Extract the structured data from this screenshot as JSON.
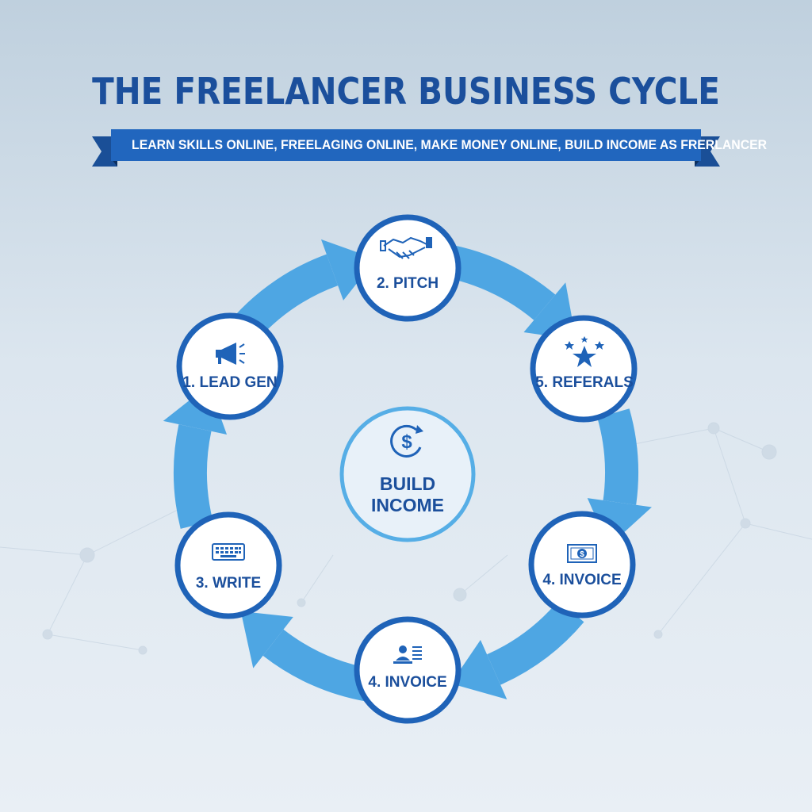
{
  "title": "THE FREELANCER BUSINESS CYCLE",
  "subtitle": "LEARN SKILLS ONLINE, FREELAGING ONLINE, MAKE MONEY ONLINE, BUILD INCOME AS FRERLANCER",
  "center": {
    "line1": "BUILD",
    "line2": "INCOME",
    "icon": "dollar-cycle-icon"
  },
  "nodes": [
    {
      "label": "2. PITCH",
      "icon": "handshake-icon"
    },
    {
      "label": "5. REFERALS",
      "icon": "stars-icon"
    },
    {
      "label": "4. INVOICE",
      "icon": "banknote-icon"
    },
    {
      "label": "4. INVOICE",
      "icon": "person-list-icon"
    },
    {
      "label": "3. WRITE",
      "icon": "keyboard-icon"
    },
    {
      "label": "1. LEAD GEN",
      "icon": "megaphone-icon"
    }
  ],
  "colors": {
    "title": "#1b4f9c",
    "banner": "#1f63b8",
    "banner_dark": "#123f80",
    "arrow": "#4ea6e3",
    "node_ring": "#1f63b8",
    "node_text": "#1b4f9c",
    "center_ring": "#56aee6"
  }
}
